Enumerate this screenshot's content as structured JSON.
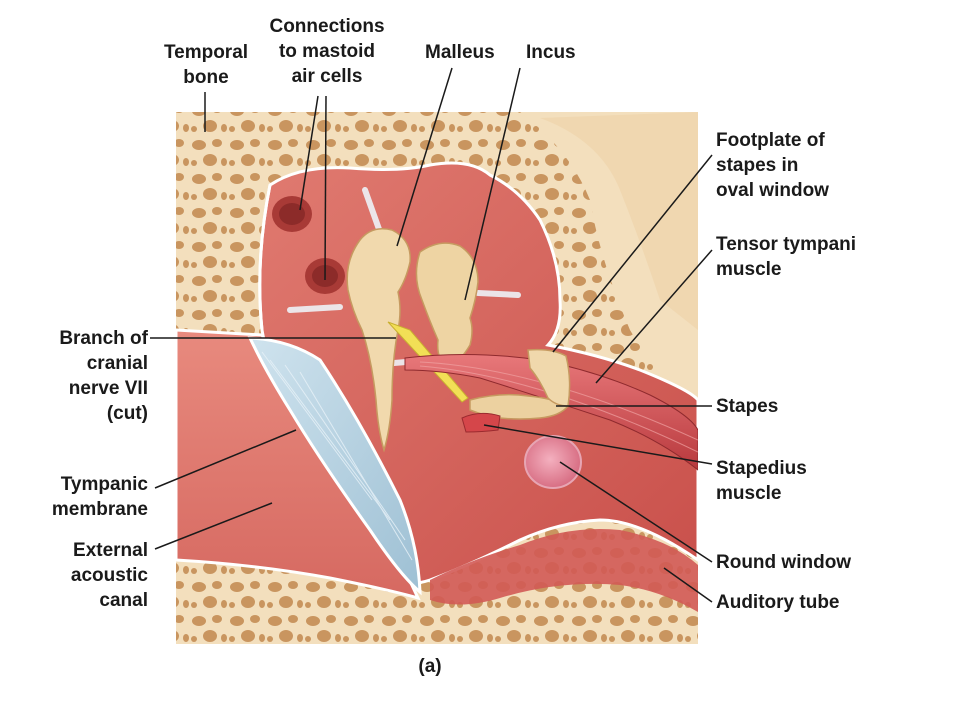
{
  "figure_label": "(a)",
  "labels": {
    "temporal_bone": "Temporal\nbone",
    "mastoid_connections": "Connections\nto mastoid\nair cells",
    "malleus": "Malleus",
    "incus": "Incus",
    "footplate": "Footplate of\nstapes in\noval window",
    "tensor_tympani": "Tensor tympani\nmuscle",
    "cranial_nerve": "Branch of\ncranial\nnerve VII\n(cut)",
    "stapes": "Stapes",
    "stapedius": "Stapedius\nmuscle",
    "tympanic_membrane": "Tympanic\nmembrane",
    "external_canal": "External\nacoustic\ncanal",
    "round_window": "Round window",
    "auditory_tube": "Auditory tube"
  },
  "colors": {
    "bone": "#f3dfbd",
    "bone_pore": "#c9955f",
    "cavity": "#d9635d",
    "cavity_dark": "#a83a36",
    "ossicle": "#f1d9ad",
    "membrane": "#b9d5e4",
    "nerve": "#f2df56",
    "muscle": "#d54e4f",
    "round_window": "#e58a9f",
    "leader": "#1a1a1a"
  }
}
